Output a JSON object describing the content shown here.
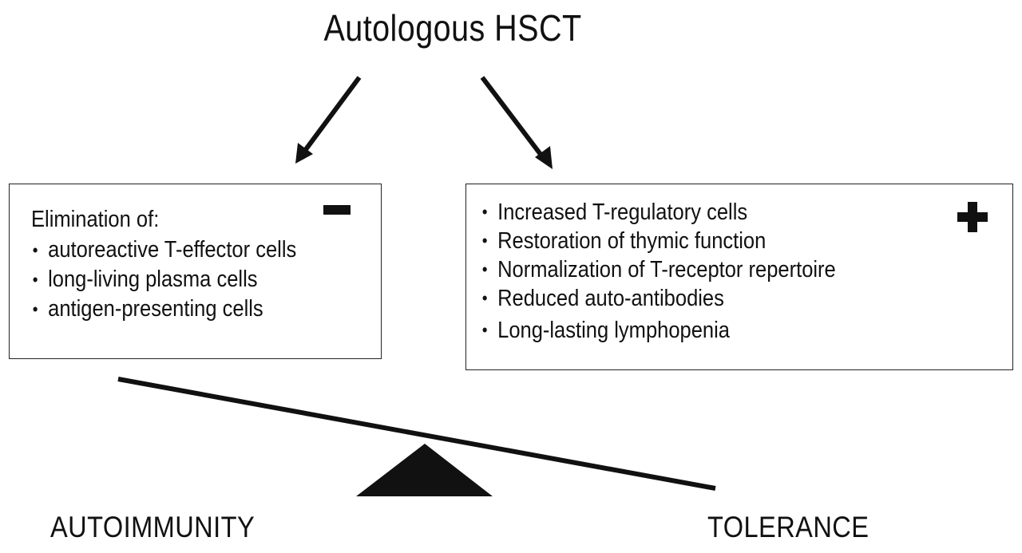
{
  "title": "Autologous HSCT",
  "left_box": {
    "heading": "Elimination of:",
    "sign_icon": "minus-icon",
    "items": [
      "autoreactive T-effector cells",
      "long-living plasma cells",
      "antigen-presenting cells"
    ]
  },
  "right_box": {
    "sign_icon": "plus-icon",
    "items": [
      "Increased T-regulatory cells",
      "Restoration of thymic function",
      "Normalization of T-receptor repertoire",
      "Reduced auto-antibodies",
      "Long-lasting lymphopenia"
    ]
  },
  "bullet": "•",
  "balance": {
    "left_label": "AUTOIMMUNITY",
    "right_label": "TOLERANCE"
  },
  "colors": {
    "ink": "#111111",
    "background": "#ffffff"
  }
}
